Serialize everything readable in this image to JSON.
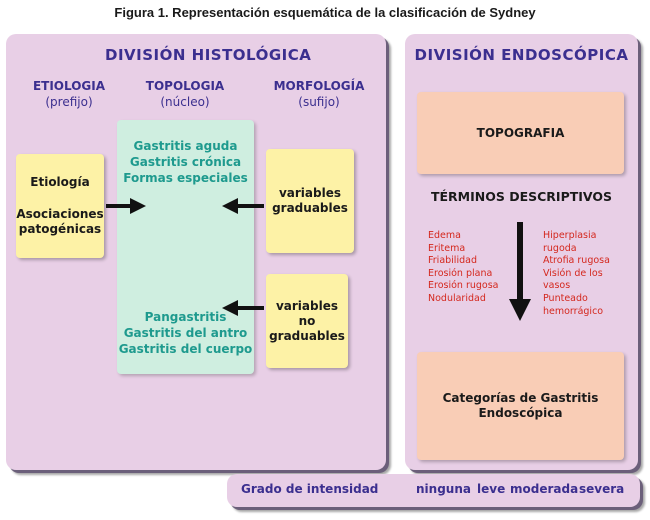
{
  "caption": "Figura 1. Representación esquemática de la clasificación de Sydney",
  "histologic": {
    "title": "DIVISIÓN HISTOLÓGICA",
    "columns": [
      {
        "heading": "ETIOLOGIA",
        "sub": "(prefijo)"
      },
      {
        "heading": "TOPOLOGIA",
        "sub": "(núcleo)"
      },
      {
        "heading": "MORFOLOGÍA",
        "sub": "(sufijo)"
      }
    ],
    "etiology_box": {
      "line1": "Etiología",
      "line2": "Asociaciones",
      "line3": "patogénicas"
    },
    "core_top": [
      "Gastritis aguda",
      "Gastritis crónica",
      "Formas especiales"
    ],
    "core_bottom": [
      "Pangastritis",
      "Gastritis del antro",
      "Gastritis del cuerpo"
    ],
    "graded_box": {
      "line1": "variables",
      "line2": "graduables"
    },
    "nongraded_box": {
      "line1": "variables",
      "line2": "no",
      "line3": "graduables"
    }
  },
  "endoscopic": {
    "title": "DIVISIÓN ENDOSCÓPICA",
    "topography": "TOPOGRAFIA",
    "terms_heading": "TÉRMINOS DESCRIPTIVOS",
    "terms_left": [
      "Edema",
      "Eritema",
      "Friabilidad",
      "Erosión plana",
      "Erosión rugosa",
      "Nodularidad"
    ],
    "terms_right": [
      "Hiperplasia",
      "rugoda",
      "Atrofia rugosa",
      "Visión de los",
      "vasos",
      "Punteado",
      "hemorrágico"
    ],
    "categories": {
      "line1": "Categorías de Gastritis",
      "line2": "Endoscópica"
    }
  },
  "intensity_bar": {
    "label": "Grado de intensidad",
    "levels": [
      "ninguna",
      "leve",
      "moderada",
      "severa"
    ]
  },
  "colors": {
    "panel": "#e8cfe6",
    "title_blue": "#3b2f8f",
    "yellow_box": "#fdf2a6",
    "green_box": "#cfeee0",
    "green_text": "#1e9a8e",
    "salmon_box": "#f9cdb6",
    "red_text": "#d4281e"
  }
}
